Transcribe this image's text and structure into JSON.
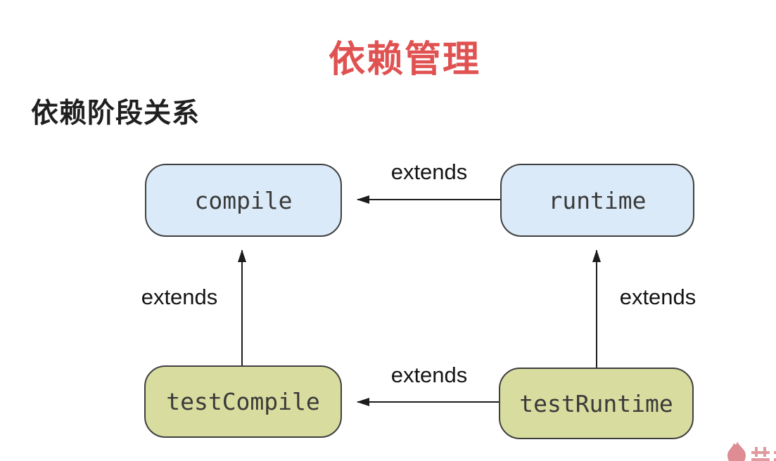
{
  "page": {
    "title": "依赖管理",
    "subtitle": "依赖阶段关系"
  },
  "diagram": {
    "type": "dependency-graph",
    "nodes": [
      {
        "id": "compile",
        "label": "compile",
        "fill": "#daeaf8"
      },
      {
        "id": "runtime",
        "label": "runtime",
        "fill": "#daeaf8"
      },
      {
        "id": "testCompile",
        "label": "testCompile",
        "fill": "#d8dc9e"
      },
      {
        "id": "testRuntime",
        "label": "testRuntime",
        "fill": "#d8dc9e"
      }
    ],
    "edges": [
      {
        "from": "runtime",
        "to": "compile",
        "label": "extends"
      },
      {
        "from": "testCompile",
        "to": "compile",
        "label": "extends"
      },
      {
        "from": "testRuntime",
        "to": "runtime",
        "label": "extends"
      },
      {
        "from": "testRuntime",
        "to": "testCompile",
        "label": "extends"
      }
    ],
    "colors": {
      "title_red": "#e05252",
      "node_blue": "#daeaf8",
      "node_green": "#d8dc9e",
      "node_border": "#3f3f3f",
      "arrow": "#1c1c1c",
      "watermark_pink": "#dd8d93"
    }
  },
  "watermark": {
    "icon": "flame-icon"
  }
}
